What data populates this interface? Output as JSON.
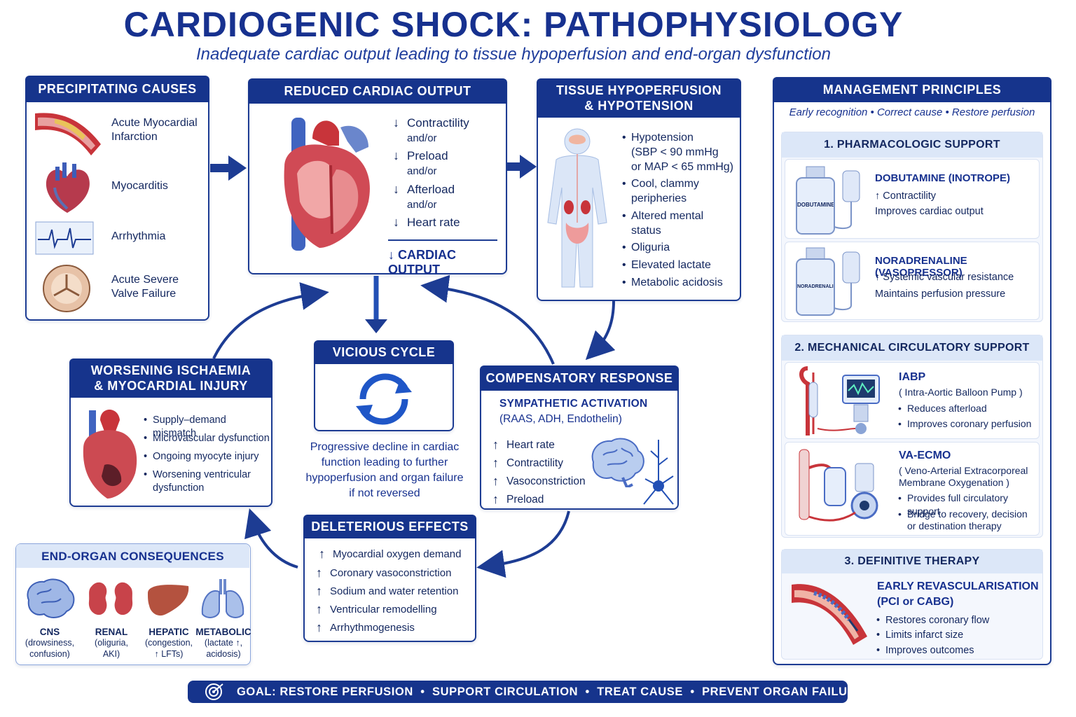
{
  "title": "CARDIOGENIC SHOCK: PATHOPHYSIOLOGY",
  "subtitle": "Inadequate cardiac output leading to tissue hypoperfusion and end-organ dysfunction",
  "causes": {
    "header": "PRECIPITATING CAUSES",
    "items": [
      "Acute Myocardial\nInfarction",
      "Myocarditis",
      "Arrhythmia",
      "Acute Severe\nValve Failure"
    ]
  },
  "output": {
    "header": "REDUCED CARDIAC OUTPUT",
    "items": [
      {
        "label": "Contractility",
        "andor": "and/or"
      },
      {
        "label": "Preload",
        "andor": "and/or"
      },
      {
        "label": "Afterload",
        "andor": "and/or"
      },
      {
        "label": "Heart rate",
        "andor": ""
      }
    ],
    "arrow": "↓",
    "result": "CARDIAC OUTPUT"
  },
  "hypo": {
    "header_line1": "TISSUE HYPOPERFUSION",
    "header_line2": "& HYPOTENSION",
    "items": [
      "Hypotension\n(SBP < 90 mmHg\nor MAP < 65 mmHg)",
      "Cool, clammy\nperipheries",
      "Altered mental\nstatus",
      "Oliguria",
      "Elevated lactate",
      "Metabolic acidosis"
    ]
  },
  "cycle": {
    "header": "VICIOUS CYCLE",
    "text": "Progressive decline in cardiac\nfunction leading to further\nhypoperfusion and organ failure\nif not reversed"
  },
  "ischaemia": {
    "header_line1": "WORSENING ISCHAEMIA",
    "header_line2": "& MYOCARDIAL INJURY",
    "items": [
      "Supply–demand mismatch",
      "Microvascular dysfunction",
      "Ongoing myocyte injury",
      "Worsening ventricular\ndysfunction"
    ]
  },
  "comp": {
    "header": "COMPENSATORY RESPONSE",
    "sym1": "SYMPATHETIC ACTIVATION",
    "sym2": "(RAAS, ADH, Endothelin)",
    "arrow": "↑",
    "items": [
      "Heart rate",
      "Contractility",
      "Vasoconstriction",
      "Preload"
    ]
  },
  "deleterious": {
    "header": "DELETERIOUS EFFECTS",
    "arrow": "↑",
    "items": [
      "Myocardial oxygen demand",
      "Coronary vasoconstriction",
      "Sodium and water retention",
      "Ventricular remodelling",
      "Arrhythmogenesis"
    ]
  },
  "organs": {
    "header": "END-ORGAN CONSEQUENCES",
    "items": [
      {
        "name": "CNS",
        "desc": "(drowsiness,\nconfusion)"
      },
      {
        "name": "RENAL",
        "desc": "(oliguria,\nAKI)"
      },
      {
        "name": "HEPATIC",
        "desc": "(congestion,\n↑ LFTs)"
      },
      {
        "name": "METABOLIC",
        "desc": "(lactate ↑,\nacidosis)"
      }
    ]
  },
  "mgmt": {
    "header": "MANAGEMENT PRINCIPLES",
    "tagline": "Early recognition • Correct cause • Restore perfusion",
    "pharm": {
      "header": "1. PHARMACOLOGIC SUPPORT",
      "drug1": {
        "name": "DOBUTAMINE (INOTROPE)",
        "l1": "↑ Contractility",
        "l2": "Improves cardiac output",
        "bottle": "DOBUTAMINE"
      },
      "drug2": {
        "name": "NORADRENALINE (VASOPRESSOR)",
        "l1": "↑ Systemic vascular resistance",
        "l2": "Maintains perfusion pressure",
        "bottle": "NORADRENALINE"
      }
    },
    "mech": {
      "header": "2. MECHANICAL CIRCULATORY SUPPORT",
      "iabp": {
        "name": "IABP",
        "full": "( Intra-Aortic Balloon Pump )",
        "b1": "Reduces afterload",
        "b2": "Improves coronary perfusion"
      },
      "ecmo": {
        "name": "VA-ECMO",
        "full1": "( Veno-Arterial Extracorporeal",
        "full2": "Membrane Oxygenation )",
        "b1": "Provides full circulatory support",
        "b2": "Bridge to recovery, decision\nor destination therapy"
      }
    },
    "def": {
      "header": "3. DEFINITIVE THERAPY",
      "name1": "EARLY REVASCULARISATION",
      "name2": "(PCI or CABG)",
      "items": [
        "Restores coronary flow",
        "Limits infarct size",
        "Improves outcomes"
      ]
    }
  },
  "goal": "GOAL: RESTORE PERFUSION  •  SUPPORT CIRCULATION  •  TREAT CAUSE  •  PREVENT ORGAN FAILURE",
  "colors": {
    "navy": "#16348c",
    "light": "#dce7f8",
    "red": "#c8343a"
  }
}
